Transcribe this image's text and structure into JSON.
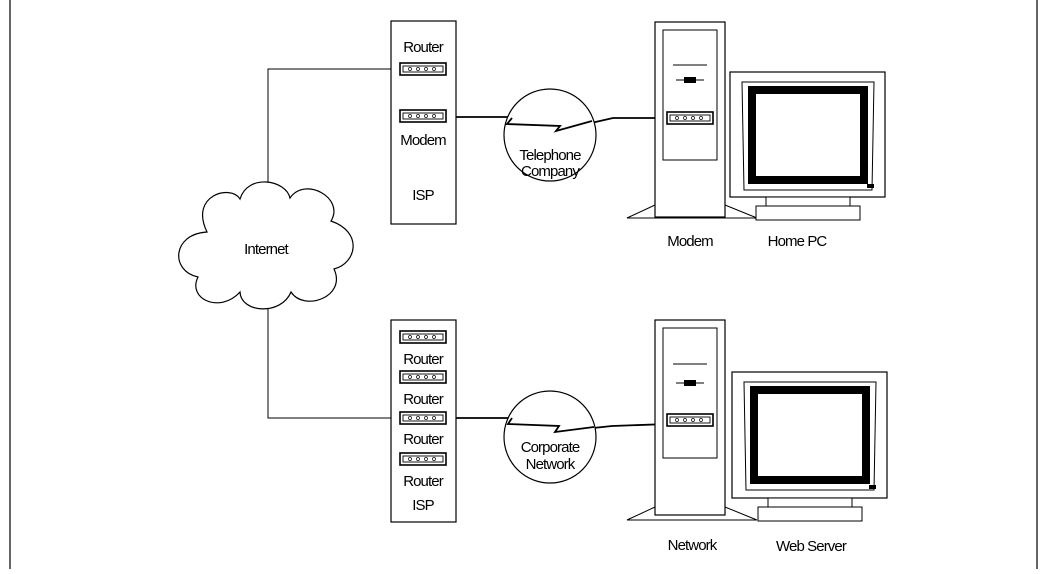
{
  "diagram": {
    "top": {
      "isp_box": {
        "router_label": "Router",
        "modem_label": "Modem",
        "isp_label": "ISP"
      },
      "cloud_label": [
        "Telephone",
        "Company"
      ],
      "tower_label": "Modem",
      "monitor_label": "Home PC"
    },
    "internet_label": "Internet",
    "bottom": {
      "isp_box": {
        "router_labels": [
          "Router",
          "Router",
          "Router",
          "Router"
        ],
        "isp_label": "ISP"
      },
      "cloud_label": [
        "Corporate",
        "Network"
      ],
      "tower_label": "Network",
      "monitor_label": "Web Server"
    }
  }
}
